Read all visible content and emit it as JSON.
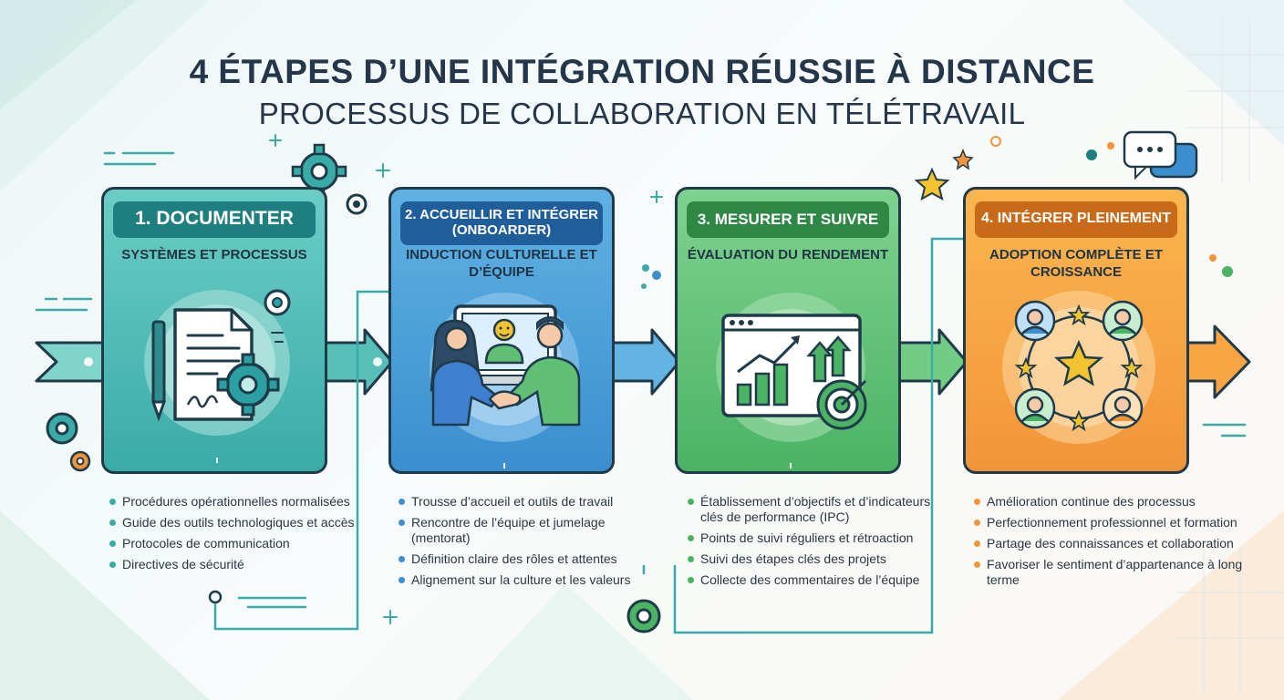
{
  "title": "4 ÉTAPES D’UNE INTÉGRATION RÉUSSIE À DISTANCE",
  "subtitle": "PROCESSUS DE COLLABORATION EN TÉLÉTRAVAIL",
  "colors": {
    "teal": "#3aaba7",
    "blue": "#3b8fcf",
    "green": "#4bb364",
    "orange": "#f2953a",
    "outline": "#1f3b4a"
  },
  "stages": [
    {
      "title": "1. DOCUMENTER",
      "subtitle": "SYSTÈMES ET PROCESSUS",
      "icon": "document-gear-icon",
      "bullets": [
        "Procédures opérationnelles normalisées",
        "Guide des outils technologiques et accès",
        "Protocoles de communication",
        "Directives de sécurité"
      ]
    },
    {
      "title": "2. ACCUEILLIR ET INTÉGRER (ONBOARDER)",
      "subtitle": "INDUCTION CULTURELLE ET D’ÉQUIPE",
      "icon": "handshake-video-call-icon",
      "bullets": [
        "Trousse d’accueil et outils de travail",
        "Rencontre de l’équipe et jumelage (mentorat)",
        "Définition claire des rôles et attentes",
        "Alignement sur la culture et les valeurs"
      ]
    },
    {
      "title": "3. MESURER ET SUIVRE",
      "subtitle": "ÉVALUATION DU RENDEMENT",
      "icon": "chart-target-icon",
      "bullets": [
        "Établissement d’objectifs et d’indicateurs clés de performance (IPC)",
        "Points de suivi réguliers et rétroaction",
        "Suivi des étapes clés des projets",
        "Collecte des commentaires de l’équipe"
      ]
    },
    {
      "title": "4. INTÉGRER PLEINEMENT",
      "subtitle": "ADOPTION COMPLÈTE ET CROISSANCE",
      "icon": "team-network-star-icon",
      "bullets": [
        "Amélioration continue des processus",
        "Perfectionnement professionnel et formation",
        "Partage des connaissances et collaboration",
        "Favoriser le sentiment d’appartenance à long terme"
      ]
    }
  ]
}
